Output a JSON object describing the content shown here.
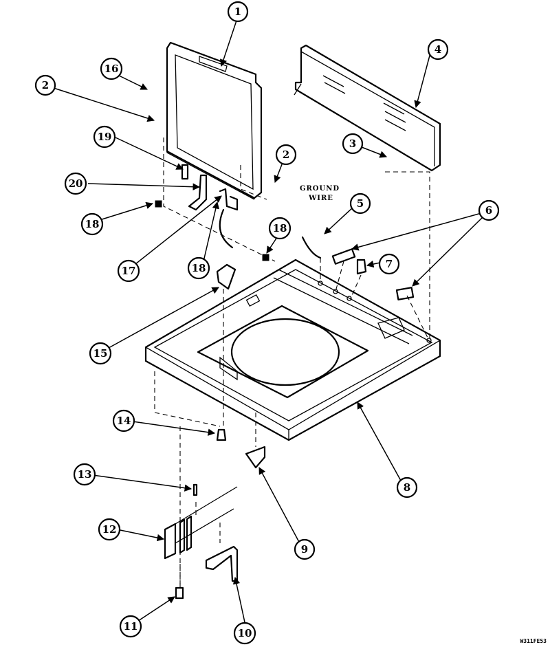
{
  "diagram": {
    "callouts": [
      "1",
      "2",
      "3",
      "4",
      "5",
      "6",
      "7",
      "8",
      "9",
      "10",
      "11",
      "12",
      "13",
      "14",
      "15",
      "16",
      "17",
      "18",
      "19",
      "20"
    ],
    "ground_note": [
      "GROUND",
      "WIRE"
    ],
    "drawing_ref": "W311FE53"
  }
}
